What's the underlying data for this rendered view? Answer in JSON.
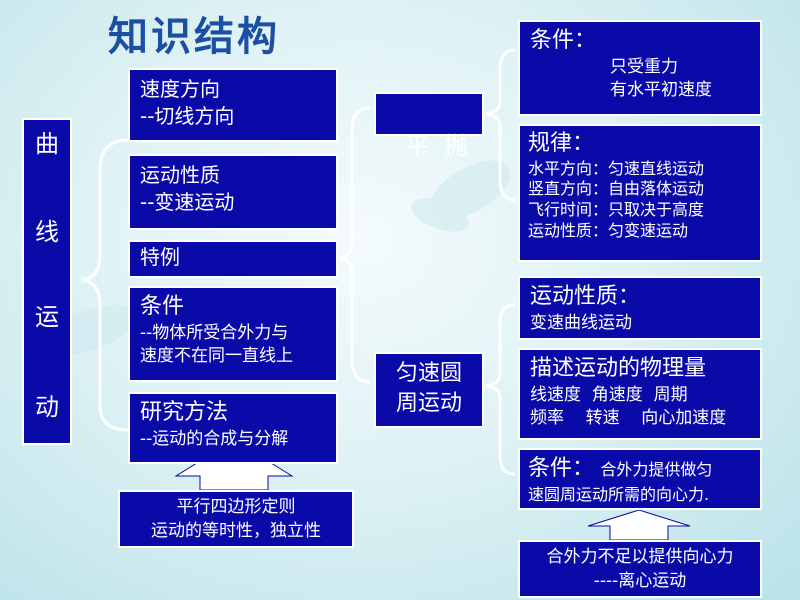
{
  "title": "知识结构",
  "root": [
    "曲",
    "线",
    "运",
    "动"
  ],
  "left_boxes": {
    "direction": {
      "head": "速度方向",
      "sub": "--切线方向"
    },
    "nature": {
      "head": "运动性质",
      "sub": "--变速运动"
    },
    "special": {
      "head": "特例"
    },
    "condition": {
      "head": "条件",
      "sub1": "--物体所受合外力与",
      "sub2": "速度不在同一直线上"
    },
    "method": {
      "head": "研究方法",
      "sub": "--运动的合成与分解"
    }
  },
  "method_note": {
    "line1": "平行四边形定则",
    "line2": "运动的等时性，独立性"
  },
  "mid": {
    "throw": "平  抛",
    "circle1": "匀速圆",
    "circle2": "周运动"
  },
  "right": {
    "throw_cond": {
      "head": "条件：",
      "line1": "只受重力",
      "line2": "有水平初速度"
    },
    "throw_law": {
      "head": "规律：",
      "lines": [
        "水平方向：匀速直线运动",
        "竖直方向：自由落体运动",
        "飞行时间：只取决于高度",
        "运动性质：匀变速运动"
      ]
    },
    "circ_nature": {
      "head": "运动性质：",
      "sub": "变速曲线运动"
    },
    "circ_quant": {
      "head": "描述运动的物理量",
      "line1": "线速度  角速度  周期",
      "line2": "频率    转速    向心加速度"
    },
    "circ_cond": {
      "head": "条件：",
      "tail": "合外力提供做匀",
      "line2": "速圆周运动所需的向心力."
    }
  },
  "centrifugal": {
    "line1": "合外力不足以提供向心力",
    "line2": "----离心运动"
  }
}
